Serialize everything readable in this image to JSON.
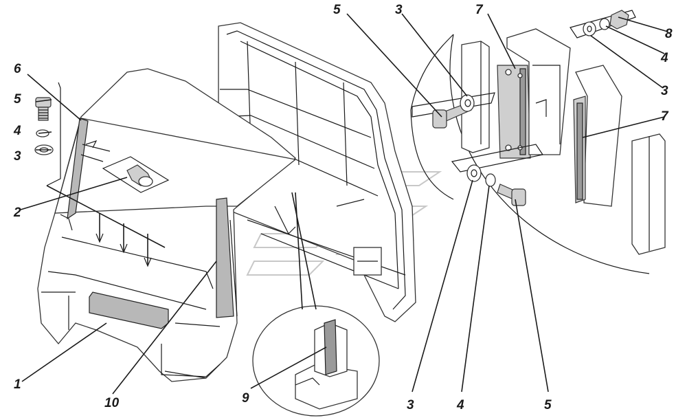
{
  "diagram": {
    "callouts": {
      "c1": "1",
      "c2": "2",
      "c3_left": "3",
      "c4_left": "4",
      "c5_left": "5",
      "c6": "6",
      "c9": "9",
      "c10": "10",
      "c5_top": "5",
      "c3_top": "3",
      "c7_top": "7",
      "c8": "8",
      "c4_right": "4",
      "c3_right": "3",
      "c7_right": "7",
      "c3_bottom": "3",
      "c4_bottom": "4",
      "c5_bottom": "5"
    },
    "colors": {
      "line": "#1a1a1a",
      "part_fill": "#cfcfcf",
      "dark_fill": "#9a9a9a",
      "watermark": "#c8c8c8"
    }
  }
}
